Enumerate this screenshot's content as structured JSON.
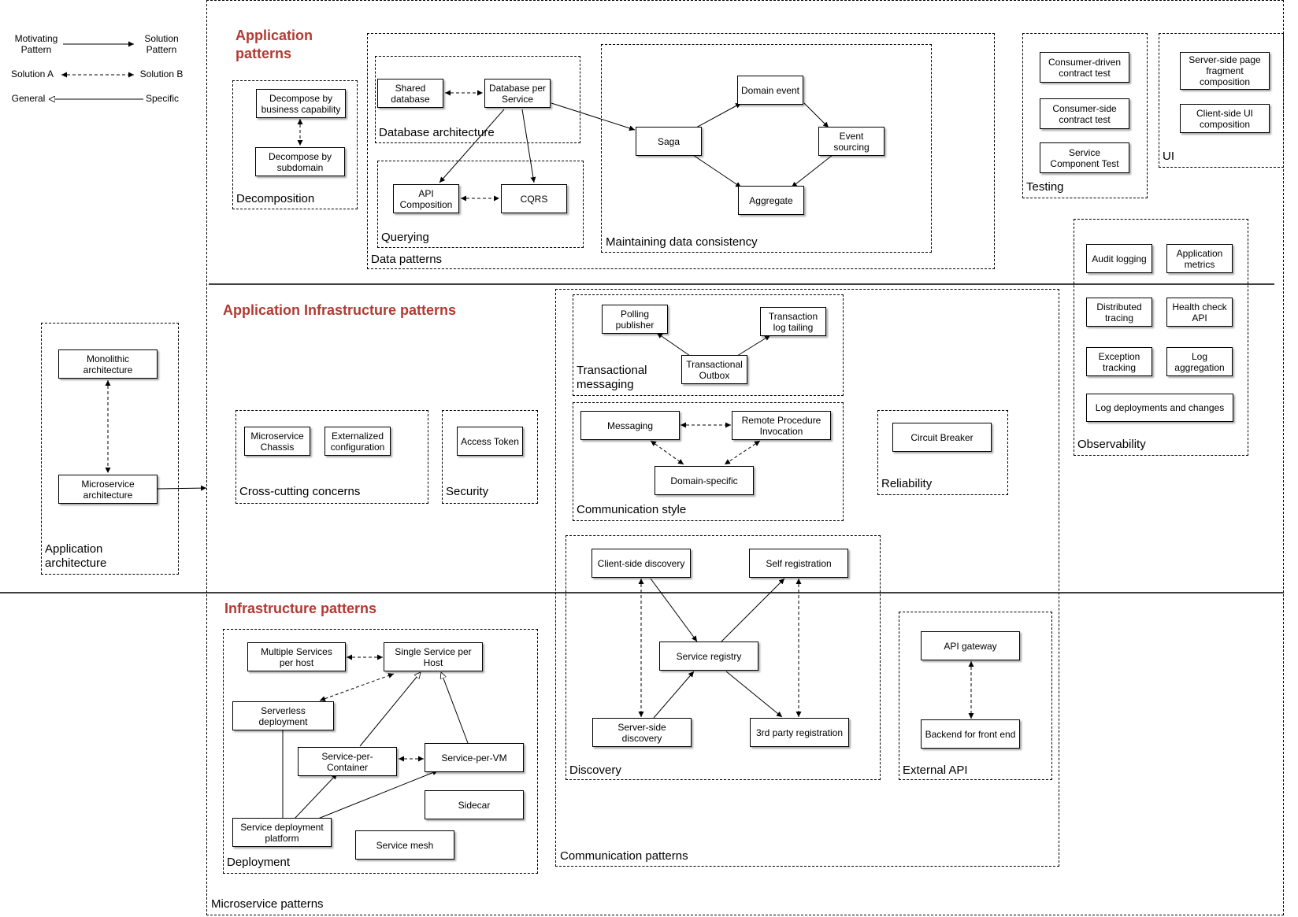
{
  "colors": {
    "section_title": "#b23a32",
    "line": "#000000"
  },
  "legend": {
    "motivating": "Motivating\nPattern",
    "solution": "Solution\nPattern",
    "solution_a": "Solution A",
    "solution_b": "Solution B",
    "general": "General",
    "specific": "Specific"
  },
  "sections": {
    "application": "Application\npatterns",
    "app_infra": "Application Infrastructure patterns",
    "infrastructure": "Infrastructure patterns"
  },
  "groups": {
    "microservice_patterns": "Microservice patterns",
    "application_architecture": "Application\narchitecture",
    "decomposition": "Decomposition",
    "data_patterns": "Data patterns",
    "database_architecture": "Database architecture",
    "querying": "Querying",
    "maintaining_consistency": "Maintaining data consistency",
    "testing": "Testing",
    "ui": "UI",
    "observability": "Observability",
    "cross_cutting": "Cross-cutting concerns",
    "security": "Security",
    "communication_patterns": "Communication patterns",
    "transactional_messaging": "Transactional\nmessaging",
    "communication_style": "Communication style",
    "reliability": "Reliability",
    "discovery": "Discovery",
    "external_api": "External API",
    "deployment": "Deployment"
  },
  "boxes": {
    "monolithic": "Monolithic\narchitecture",
    "microservice_arch": "Microservice\narchitecture",
    "decompose_business": "Decompose by\nbusiness capability",
    "decompose_subdomain": "Decompose by\nsubdomain",
    "shared_db": "Shared\ndatabase",
    "db_per_service": "Database per\nService",
    "api_composition": "API\nComposition",
    "cqrs": "CQRS",
    "saga": "Saga",
    "domain_event": "Domain event",
    "event_sourcing": "Event\nsourcing",
    "aggregate": "Aggregate",
    "consumer_driven": "Consumer-driven\ncontract test",
    "consumer_side": "Consumer-side\ncontract test",
    "service_component": "Service\nComponent Test",
    "server_side_page": "Server-side page\nfragment\ncomposition",
    "client_side_ui": "Client-side  UI\ncomposition",
    "audit_logging": "Audit logging",
    "app_metrics": "Application\nmetrics",
    "distributed_tracing": "Distributed\ntracing",
    "health_check": "Health check\nAPI",
    "exception_tracking": "Exception\ntracking",
    "log_aggregation": "Log\naggregation",
    "log_deployments": "Log deployments and changes",
    "microservice_chassis": "Microservice\nChassis",
    "externalized_config": "Externalized\nconfiguration",
    "access_token": "Access Token",
    "polling_publisher": "Polling\npublisher",
    "transaction_log_tailing": "Transaction\nlog tailing",
    "transactional_outbox": "Transactional\nOutbox",
    "messaging": "Messaging",
    "rpi": "Remote Procedure\nInvocation",
    "domain_specific": "Domain-specific",
    "circuit_breaker": "Circuit Breaker",
    "client_side_discovery": "Client-side discovery",
    "self_registration": "Self registration",
    "service_registry": "Service registry",
    "server_side_discovery": "Server-side\ndiscovery",
    "third_party_registration": "3rd party registration",
    "api_gateway": "API gateway",
    "bff": "Backend for front end",
    "multiple_services_host": "Multiple Services\nper host",
    "single_service_host": "Single Service per\nHost",
    "serverless": "Serverless\ndeployment",
    "service_per_container": "Service-per-\nContainer",
    "service_per_vm": "Service-per-VM",
    "sidecar": "Sidecar",
    "service_deployment_platform": "Service deployment\nplatform",
    "service_mesh": "Service mesh"
  }
}
